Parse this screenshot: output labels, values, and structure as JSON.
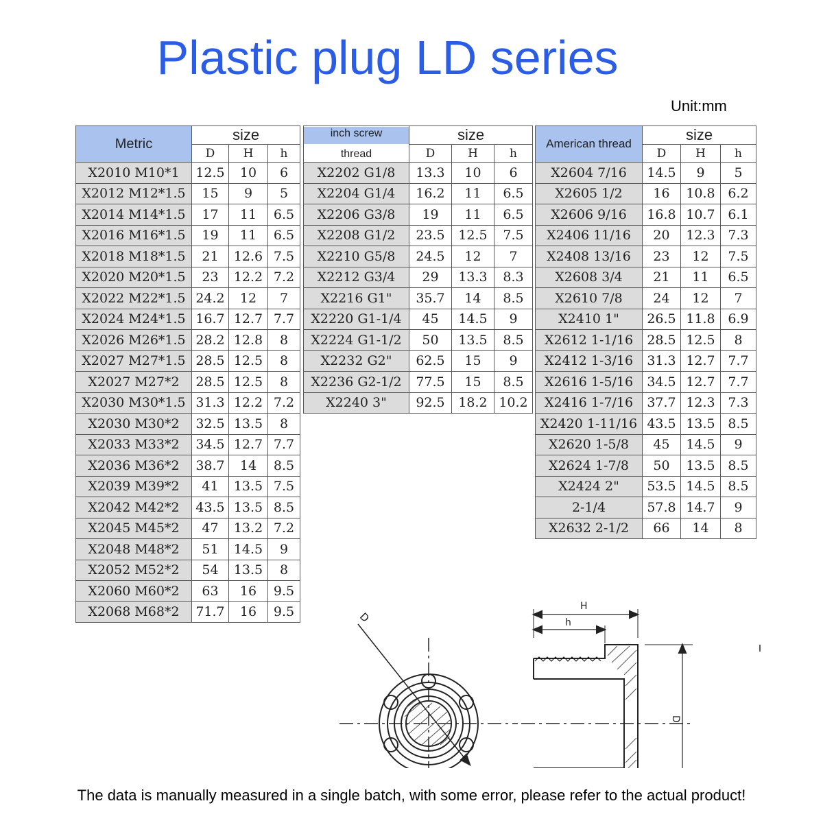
{
  "title": "Plastic plug LD series",
  "unit": "Unit:mm",
  "note": "The data is manually measured in a single batch, with some error, please refer to the actual product!",
  "columns": {
    "size": "size",
    "D": "D",
    "H": "H",
    "h": "h"
  },
  "tables": [
    {
      "header": "Metric",
      "rows": [
        [
          "X2010  M10*1",
          "12.5",
          "10",
          "6"
        ],
        [
          "X2012  M12*1.5",
          "15",
          "9",
          "5"
        ],
        [
          "X2014  M14*1.5",
          "17",
          "11",
          "6.5"
        ],
        [
          "X2016  M16*1.5",
          "19",
          "11",
          "6.5"
        ],
        [
          "X2018  M18*1.5",
          "21",
          "12.6",
          "7.5"
        ],
        [
          "X2020  M20*1.5",
          "23",
          "12.2",
          "7.2"
        ],
        [
          "X2022  M22*1.5",
          "24.2",
          "12",
          "7"
        ],
        [
          "X2024  M24*1.5",
          "16.7",
          "12.7",
          "7.7"
        ],
        [
          "X2026  M26*1.5",
          "28.2",
          "12.8",
          "8"
        ],
        [
          "X2027  M27*1.5",
          "28.5",
          "12.5",
          "8"
        ],
        [
          "X2027  M27*2",
          "28.5",
          "12.5",
          "8"
        ],
        [
          "X2030  M30*1.5",
          "31.3",
          "12.2",
          "7.2"
        ],
        [
          "X2030  M30*2",
          "32.5",
          "13.5",
          "8"
        ],
        [
          "X2033  M33*2",
          "34.5",
          "12.7",
          "7.7"
        ],
        [
          "X2036  M36*2",
          "38.7",
          "14",
          "8.5"
        ],
        [
          "X2039  M39*2",
          "41",
          "13.5",
          "7.5"
        ],
        [
          "X2042  M42*2",
          "43.5",
          "13.5",
          "8.5"
        ],
        [
          "X2045  M45*2",
          "47",
          "13.2",
          "7.2"
        ],
        [
          "X2048  M48*2",
          "51",
          "14.5",
          "9"
        ],
        [
          "X2052  M52*2",
          "54",
          "13.5",
          "8"
        ],
        [
          "X2060  M60*2",
          "63",
          "16",
          "9.5"
        ],
        [
          "X2068  M68*2",
          "71.7",
          "16",
          "9.5"
        ]
      ]
    },
    {
      "header_top": "inch screw",
      "header_bottom": "thread",
      "rows": [
        [
          "X2202  G1/8",
          "13.3",
          "10",
          "6"
        ],
        [
          "X2204  G1/4",
          "16.2",
          "11",
          "6.5"
        ],
        [
          "X2206  G3/8",
          "19",
          "11",
          "6.5"
        ],
        [
          "X2208  G1/2",
          "23.5",
          "12.5",
          "7.5"
        ],
        [
          "X2210  G5/8",
          "24.5",
          "12",
          "7"
        ],
        [
          "X2212  G3/4",
          "29",
          "13.3",
          "8.3"
        ],
        [
          "X2216  G1\"",
          "35.7",
          "14",
          "8.5"
        ],
        [
          "X2220  G1-1/4",
          "45",
          "14.5",
          "9"
        ],
        [
          "X2224  G1-1/2",
          "50",
          "13.5",
          "8.5"
        ],
        [
          "X2232  G2\"",
          "62.5",
          "15",
          "9"
        ],
        [
          "X2236  G2-1/2",
          "77.5",
          "15",
          "8.5"
        ],
        [
          "X2240 3\"",
          "92.5",
          "18.2",
          "10.2"
        ]
      ]
    },
    {
      "header": "American thread",
      "rows": [
        [
          "X2604  7/16",
          "14.5",
          "9",
          "5"
        ],
        [
          "X2605  1/2",
          "16",
          "10.8",
          "6.2"
        ],
        [
          "X2606  9/16",
          "16.8",
          "10.7",
          "6.1"
        ],
        [
          "X2406  11/16",
          "20",
          "12.3",
          "7.3"
        ],
        [
          "X2408  13/16",
          "23",
          "12",
          "7.5"
        ],
        [
          "X2608  3/4",
          "21",
          "11",
          "6.5"
        ],
        [
          "X2610  7/8",
          "24",
          "12",
          "7"
        ],
        [
          "X2410  1\"",
          "26.5",
          "11.8",
          "6.9"
        ],
        [
          "X2612  1-1/16",
          "28.5",
          "12.5",
          "8"
        ],
        [
          "X2412  1-3/16",
          "31.3",
          "12.7",
          "7.7"
        ],
        [
          "X2616  1-5/16",
          "34.5",
          "12.7",
          "7.7"
        ],
        [
          "X2416  1-7/16",
          "37.7",
          "12.3",
          "7.3"
        ],
        [
          "X2420  1-11/16",
          "43.5",
          "13.5",
          "8.5"
        ],
        [
          "X2620  1-5/8",
          "45",
          "14.5",
          "9"
        ],
        [
          "X2624  1-7/8",
          "50",
          "13.5",
          "8.5"
        ],
        [
          "X2424  2\"",
          "53.5",
          "14.5",
          "8.5"
        ],
        [
          "2-1/4",
          "57.8",
          "14.7",
          "9"
        ],
        [
          "X2632  2-1/2",
          "66",
          "14",
          "8"
        ]
      ]
    }
  ],
  "diagram": {
    "label_D": "D",
    "label_H": "H",
    "label_h": "h"
  }
}
